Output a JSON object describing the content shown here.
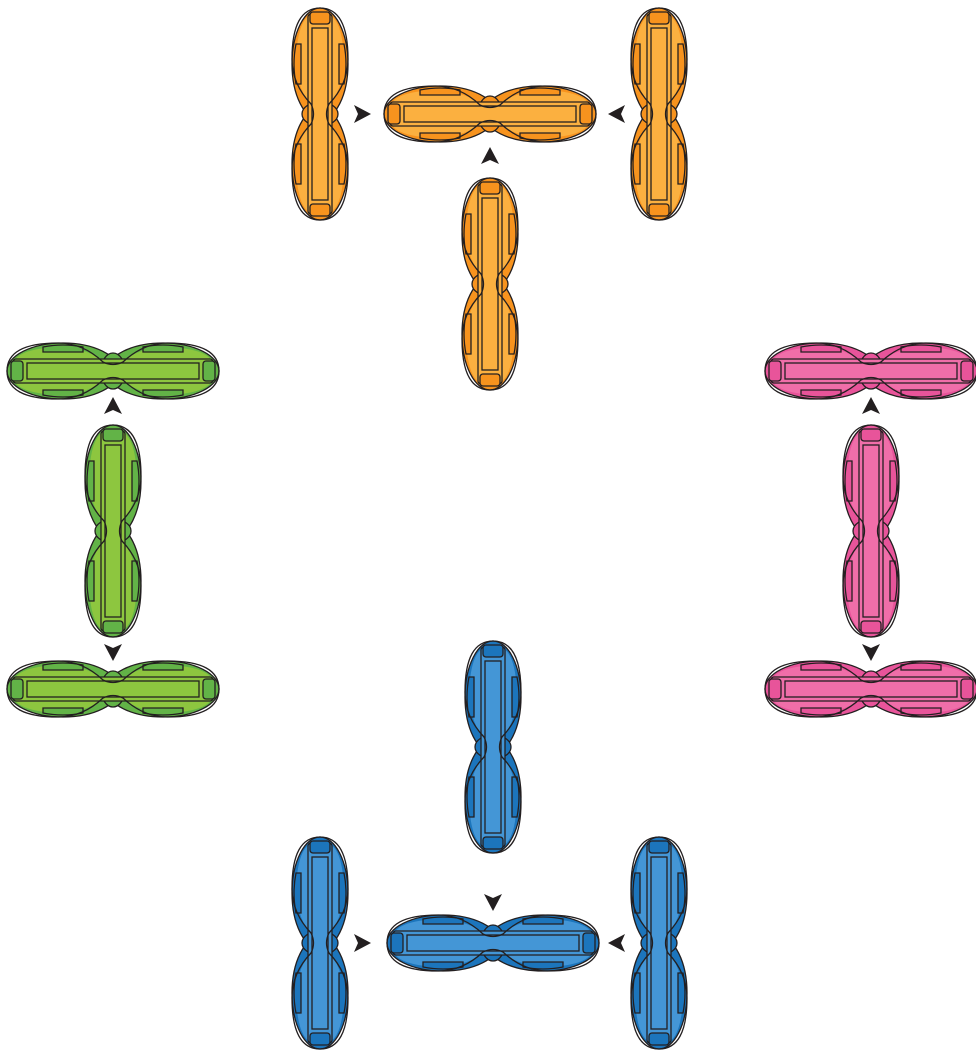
{
  "diagram": {
    "groups": [
      {
        "id": "orange",
        "colors": {
          "main": "#F7931E",
          "light": "#FBB040"
        },
        "pieces": [
          {
            "id": "orange-left",
            "orientation": "vertical"
          },
          {
            "id": "orange-center",
            "orientation": "horizontal"
          },
          {
            "id": "orange-right",
            "orientation": "vertical"
          },
          {
            "id": "orange-bottom",
            "orientation": "vertical"
          }
        ],
        "arrows": [
          {
            "id": "orange-arrow-left",
            "direction": "right"
          },
          {
            "id": "orange-arrow-right",
            "direction": "left"
          },
          {
            "id": "orange-arrow-bottom",
            "direction": "up"
          }
        ]
      },
      {
        "id": "green",
        "colors": {
          "main": "#62B347",
          "light": "#8DC63F"
        },
        "pieces": [
          {
            "id": "green-top",
            "orientation": "horizontal"
          },
          {
            "id": "green-middle",
            "orientation": "vertical"
          },
          {
            "id": "green-bottom",
            "orientation": "horizontal"
          }
        ],
        "arrows": [
          {
            "id": "green-arrow-up",
            "direction": "up"
          },
          {
            "id": "green-arrow-down",
            "direction": "down"
          }
        ]
      },
      {
        "id": "pink",
        "colors": {
          "main": "#E8549A",
          "light": "#F06EA9"
        },
        "pieces": [
          {
            "id": "pink-top",
            "orientation": "horizontal"
          },
          {
            "id": "pink-middle",
            "orientation": "vertical"
          },
          {
            "id": "pink-bottom",
            "orientation": "horizontal"
          }
        ],
        "arrows": [
          {
            "id": "pink-arrow-up",
            "direction": "up"
          },
          {
            "id": "pink-arrow-down",
            "direction": "down"
          }
        ]
      },
      {
        "id": "blue",
        "colors": {
          "main": "#1C75BC",
          "light": "#4496D6"
        },
        "pieces": [
          {
            "id": "blue-top",
            "orientation": "vertical"
          },
          {
            "id": "blue-left",
            "orientation": "vertical"
          },
          {
            "id": "blue-center",
            "orientation": "horizontal"
          },
          {
            "id": "blue-right",
            "orientation": "vertical"
          }
        ],
        "arrows": [
          {
            "id": "blue-arrow-top",
            "direction": "down"
          },
          {
            "id": "blue-arrow-left",
            "direction": "right"
          },
          {
            "id": "blue-arrow-right",
            "direction": "left"
          }
        ]
      }
    ],
    "arrow_color": "#231F20",
    "outline_color": "#231F20"
  }
}
